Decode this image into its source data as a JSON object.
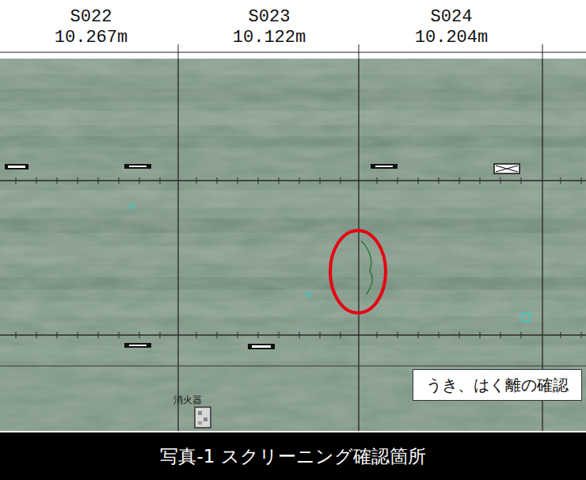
{
  "diagram": {
    "caption": "写真-1 スクリーニング確認箇所",
    "nodes": [
      {
        "text": [
          "うき、はく離の確認"
        ]
      }
    ],
    "labels": [
      "S022",
      "10.267m",
      "S023",
      "10.122m",
      "S024",
      "10.204m",
      "消火器"
    ]
  }
}
